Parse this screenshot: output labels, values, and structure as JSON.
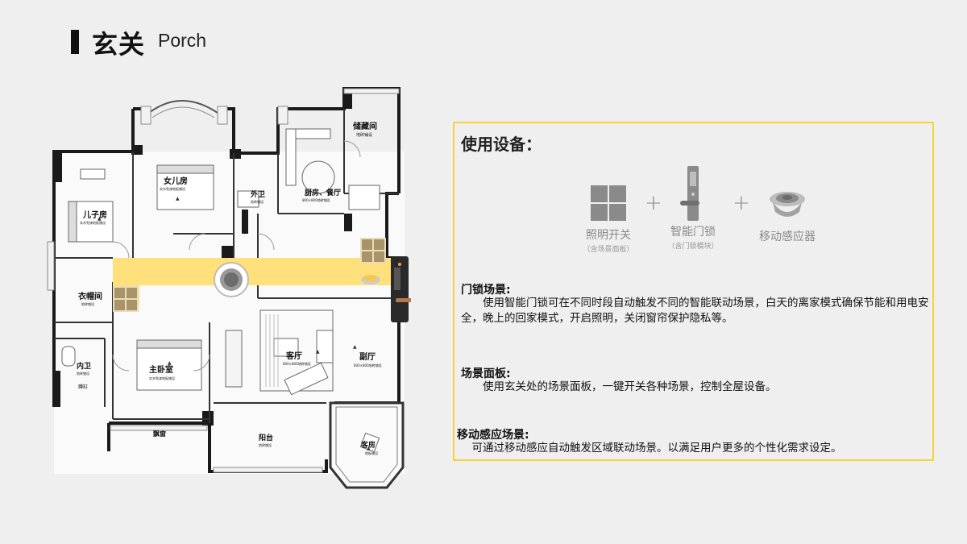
{
  "header": {
    "title_cn": "玄关",
    "title_en": "Porch"
  },
  "plan_labels": {
    "storage": "储藏间",
    "storage_sub": "地砖铺设",
    "daughter_room": "女儿房",
    "daughter_sub": "实木免漆地板铺设",
    "son_room": "儿子房",
    "son_sub": "实木免漆地板铺设",
    "outer_bath": "外卫",
    "outer_bath_sub": "地砖铺设",
    "kitchen": "厨房、餐厅",
    "kitchen_sub": "800×800地砖铺设",
    "cloakroom": "衣帽间",
    "cloakroom_sub": "地砖铺设",
    "master": "主卧室",
    "master_sub": "实木免漆地板铺设",
    "living": "客厅",
    "living_sub": "800×800地砖铺设",
    "side_hall": "副厅",
    "side_hall_sub": "800×800地砖铺设",
    "inner_bath": "内卫",
    "inner_bath_sub": "地砖铺设",
    "cistern": "蹲缸",
    "bay": "飘窗",
    "balcony": "阳台",
    "balcony_sub": "地砖铺设",
    "guest": "客房",
    "guest_sub": "地板铺设"
  },
  "panel": {
    "title": "使用设备：",
    "devices": [
      {
        "name": "照明开关",
        "note": "（含场景面板）",
        "icon": "switch-panel-icon"
      },
      {
        "name": "智能门锁",
        "note": "（含门锁模块）",
        "icon": "door-lock-icon"
      },
      {
        "name": "移动感应器",
        "note": "",
        "icon": "motion-sensor-icon"
      }
    ],
    "plus": "+",
    "sections": [
      {
        "title": "门锁场景:",
        "body": "使用智能门锁可在不同时段自动触发不同的智能联动场景，白天的离家模式确保节能和用电安全，晚上的回家模式，开启照明，关闭窗帘保护隐私等。"
      },
      {
        "title": "场景面板:",
        "body": "使用玄关处的场景面板，一键开关各种场景，控制全屋设备。"
      },
      {
        "title": "移动感应场景:",
        "body": "可通过移动感应自动触发区域联动场景。以满足用户更多的个性化需求设定。"
      }
    ]
  },
  "colors": {
    "highlight": "#ffe07a",
    "frame": "#f7d23c",
    "wall": "#1a1a1a",
    "icon_gray": "#8a8a8a"
  }
}
